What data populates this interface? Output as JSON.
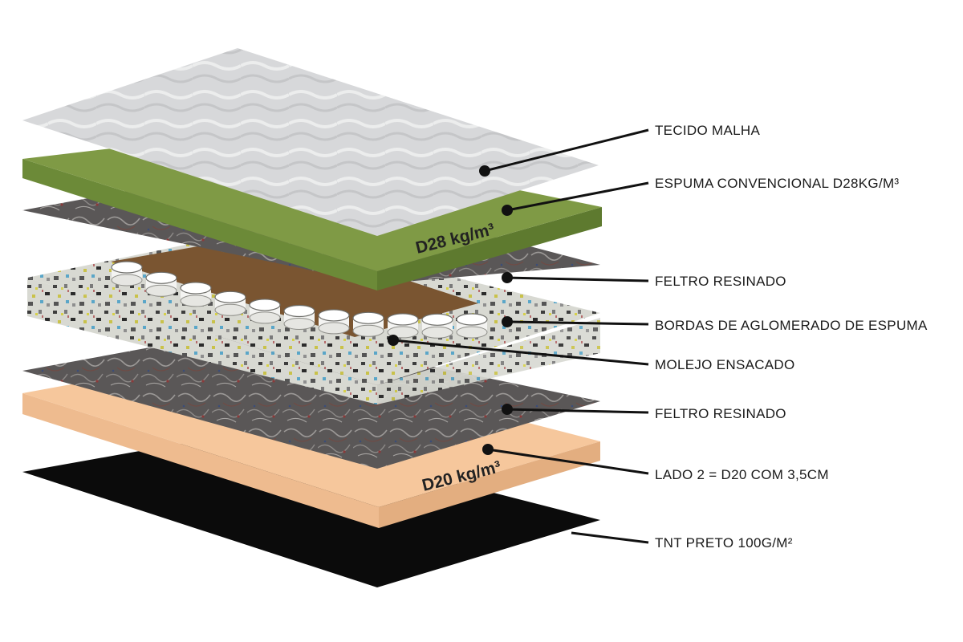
{
  "labels": {
    "tecido": "TECIDO MALHA",
    "espuma": "ESPUMA CONVENCIONAL D28KG/M³",
    "feltro_top": "FELTRO RESINADO",
    "bordas": "BORDAS DE AGLOMERADO DE ESPUMA",
    "molejo": "MOLEJO ENSACADO",
    "feltro_bottom": "FELTRO RESINADO",
    "lado2": "LADO 2 = D20 COM 3,5CM",
    "tnt": "TNT PRETO 100G/M²"
  },
  "density": {
    "top": "D28 kg/m³",
    "bottom": "D20 kg/m³"
  },
  "colors": {
    "green_top": "#7f9a45",
    "green_side": "#6c8a38",
    "peach_top": "#f6c79c",
    "peach_side": "#eebb8f",
    "black": "#0b0b0b",
    "felt": "#5d5a5a",
    "fabric": "#d9dadc",
    "agglomerate": "#cfd0c8",
    "spring_well": "#7a5531"
  }
}
